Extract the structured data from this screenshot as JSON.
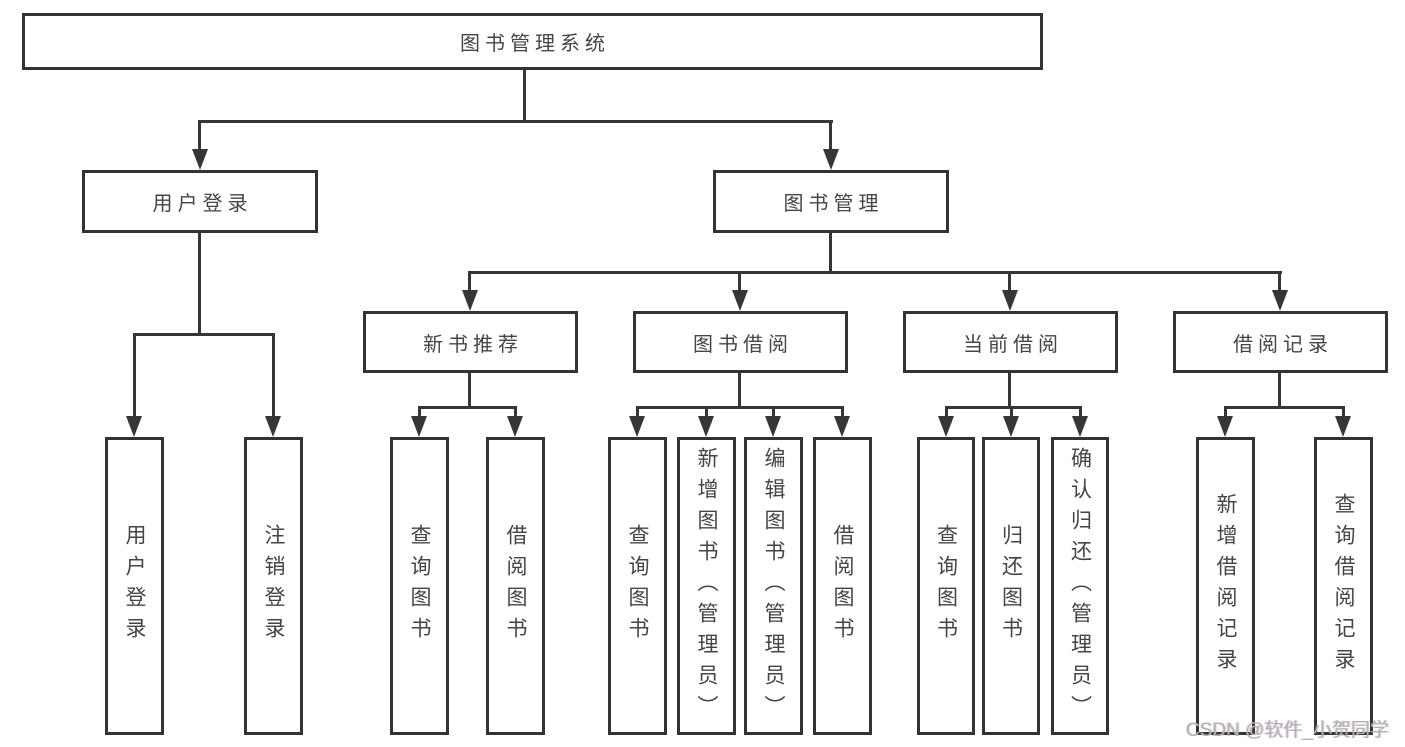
{
  "diagram": {
    "root": {
      "label": "图书管理系统"
    },
    "level2": [
      {
        "label": "用户登录",
        "children": [
          "用户登录",
          "注销登录"
        ]
      },
      {
        "label": "图书管理"
      }
    ],
    "level3": [
      {
        "label": "新书推荐",
        "children": [
          "查询图书",
          "借阅图书"
        ]
      },
      {
        "label": "图书借阅",
        "children": [
          "查询图书",
          "新增图书（管理员）",
          "编辑图书（管理员）",
          "借阅图书"
        ]
      },
      {
        "label": "当前借阅",
        "children": [
          "查询图书",
          "归还图书",
          "确认归还（管理员）"
        ]
      },
      {
        "label": "借阅记录",
        "children": [
          "新增借阅记录",
          "查询借阅记录"
        ]
      }
    ],
    "watermark": "CSDN @软件_小贺同学",
    "colors": {
      "line": "#363636",
      "box_border": "#333333",
      "text": "#454545",
      "watermark_text": "#b5b5b5",
      "background": "#ffffff"
    }
  }
}
